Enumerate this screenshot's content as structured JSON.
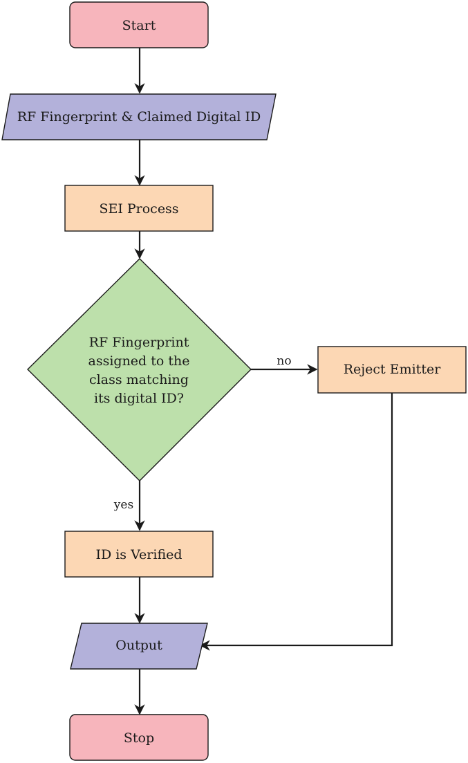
{
  "nodes": {
    "start": {
      "label": "Start",
      "color": "#f7b5bc"
    },
    "input": {
      "label": "RF Fingerprint & Claimed Digital ID",
      "color": "#b3b1da"
    },
    "sei": {
      "label": "SEI Process",
      "color": "#fcd7b4"
    },
    "decision": {
      "lines": [
        "RF Fingerprint",
        "assigned to the",
        "class matching",
        "its digital ID?"
      ],
      "color": "#bde0ab"
    },
    "reject": {
      "label": "Reject Emitter",
      "color": "#fcd7b4"
    },
    "verified": {
      "label": "ID is Verified",
      "color": "#fcd7b4"
    },
    "output": {
      "label": "Output",
      "color": "#b3b1da"
    },
    "stop": {
      "label": "Stop",
      "color": "#f7b5bc"
    }
  },
  "edges": {
    "no_label": "no",
    "yes_label": "yes"
  }
}
